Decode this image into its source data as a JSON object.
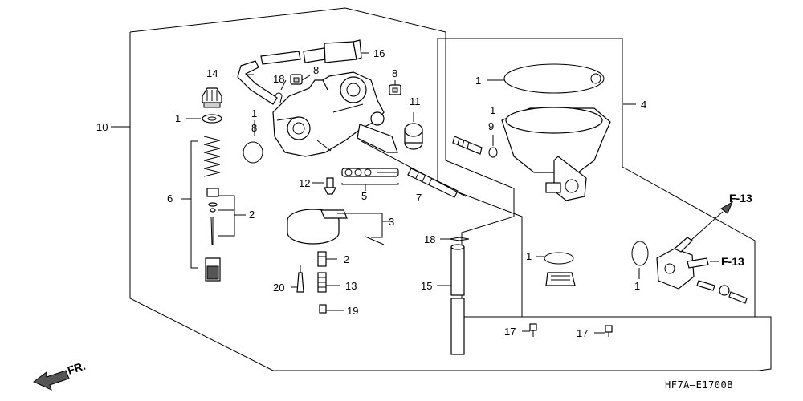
{
  "diagram": {
    "code": "HF7A—E1700B",
    "direction_label": "FR.",
    "ref_labels": [
      "F-13",
      "F-13"
    ],
    "callouts": {
      "c1a": "1",
      "c1b": "1",
      "c1c": "1",
      "c1d": "1",
      "c1e": "1",
      "c1f": "1",
      "c2a": "2",
      "c2b": "2",
      "c3": "3",
      "c4": "4",
      "c5": "5",
      "c6": "6",
      "c7": "7",
      "c8a": "8",
      "c8b": "8",
      "c8c": "8",
      "c9": "9",
      "c10": "10",
      "c11": "11",
      "c12": "12",
      "c13": "13",
      "c14": "14",
      "c15": "15",
      "c16": "16",
      "c17a": "17",
      "c17b": "17",
      "c18a": "18",
      "c18b": "18",
      "c19": "19",
      "c20": "20"
    }
  }
}
